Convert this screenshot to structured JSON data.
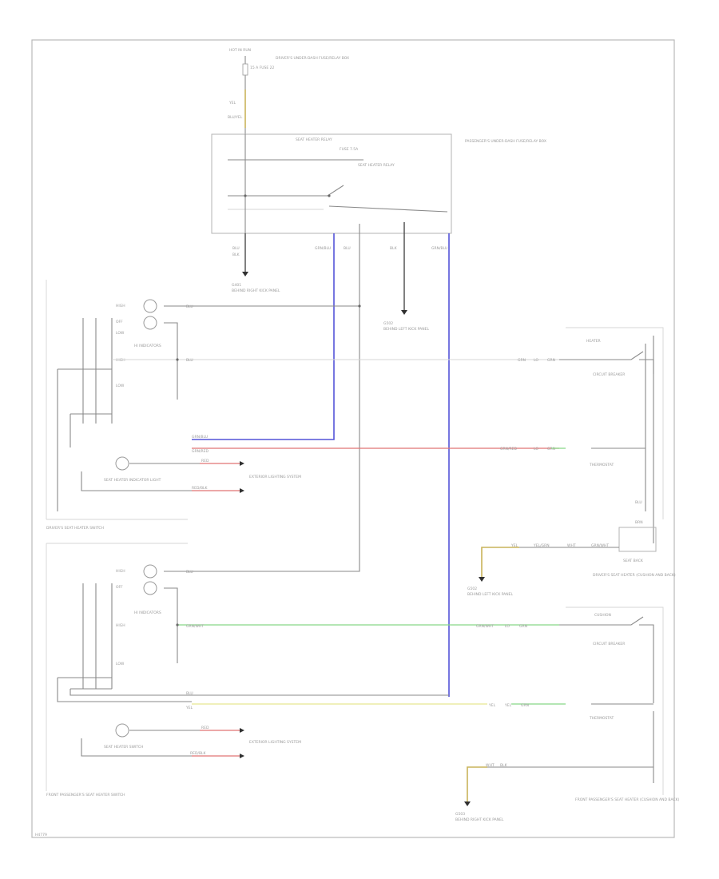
{
  "labels": {
    "hot_in_run": "HOT IN RUN",
    "fuse_label": "15 A FUSE 22",
    "fuse_box_note": "DRIVER'S UNDER-DASH FUSE/RELAY BOX",
    "wire_ylw": "YEL",
    "pin_c": "BLU/YEL",
    "relay_title": "SEAT HEATER RELAY",
    "pass_box": "PASSENGER'S UNDER-DASH FUSE/RELAY BOX",
    "fuse_b": "FUSE 7.5A",
    "relay_switch": "SEAT HEATER RELAY",
    "wire_blk_a": "BLK",
    "wire_grnblu": "GRN/BLU",
    "wire_blu": "BLU",
    "wire_blk_b": "BLK",
    "wire_grnblu_b": "GRN/BLU",
    "ground_g401": "G401",
    "ground_g401_sub": "BEHIND RIGHT KICK PANEL",
    "ground_g502": "G502",
    "ground_g502_sub": "BEHIND LEFT KICK PANEL",
    "pin_a": "BLU",
    "pin_b": "GRN/BLU",
    "d_sw_hi": "HIGH",
    "d_sw_off": "OFF",
    "d_sw_lo": "LOW",
    "d_indicators": "HI INDICATORS",
    "d_hi_b": "HIGH",
    "d_lo_b": "LOW",
    "d_wire_a": "BLU",
    "d_wire_b": "BLU",
    "d_wire_c": "GRN/BLU",
    "d_wire_d": "GRN/RED",
    "d_red": "RED",
    "d_redblk": "RED/BLK",
    "d_sh_light": "SEAT HEATER INDICATOR LIGHT",
    "d_exterior": "EXTERIOR LIGHTING SYSTEM",
    "d_switch_title": "DRIVER'S SEAT HEATER SWITCH",
    "r_hot": "HEATER",
    "r_grn_a": "GRN",
    "r_lo": "LO",
    "r_grn_b": "GRN",
    "r_circuit_breaker": "CIRCUIT BREAKER",
    "r_grnred": "GRN/RED",
    "r_lo_b": "LO",
    "r_grn_c": "GRN",
    "r_thermostat": "THERMOSTAT",
    "r_blu_mid": "BLU",
    "r_brn": "BRN",
    "r_seat_back": "SEAT BACK",
    "r_wire_yel": "YEL",
    "r_wire_yelgrn": "YEL/GRN",
    "r_wire_wht": "WHT",
    "r_wire_grnwht": "GRN/WHT",
    "r_g502_title": "G502",
    "r_g502_sub": "BEHIND LEFT KICK PANEL",
    "r_driver_heater": "DRIVER'S SEAT HEATER (CUSHION AND BACK)",
    "p_sw_hi": "HIGH",
    "p_sw_off": "OFF",
    "p_indicators": "HI INDICATORS",
    "p_hi_b": "HIGH",
    "p_sw_lo": "LOW",
    "p_wire_a": "BLU",
    "p_wire_b": "GRN/WHT",
    "p_wire_c": "BLU",
    "p_wire_d": "YEL",
    "p_red": "RED",
    "p_redblk": "RED/BLK",
    "p_sh_light": "SEAT HEATER SWITCH",
    "p_exterior": "EXTERIOR LIGHTING SYSTEM",
    "p_switch_title": "FRONT PASSENGER'S SEAT HEATER SWITCH",
    "pr_cushion": "CUSHION",
    "pr_circuit_breaker": "CIRCUIT BREAKER",
    "pr_grn_a": "GRN/WHT",
    "pr_grn_b": "GRN",
    "pr_thermostat": "THERMOSTAT",
    "pr_yel": "YEL",
    "pr_yel_b": "YEL",
    "pr_grn_c": "GRN",
    "pr_wire_wht": "WHT",
    "pr_wire_blk": "BLK",
    "pr_g503": "G503",
    "pr_g503_sub": "BEHIND RIGHT KICK PANEL",
    "pr_title": "FRONT PASSENGER'S SEAT HEATER (CUSHION AND BACK)",
    "footer_code": "H4779"
  },
  "colors": {
    "blue": "#5454d8",
    "red": "#e07474",
    "green": "#86d886",
    "yellow": "#e8e890",
    "ochre": "#c9b45a"
  }
}
